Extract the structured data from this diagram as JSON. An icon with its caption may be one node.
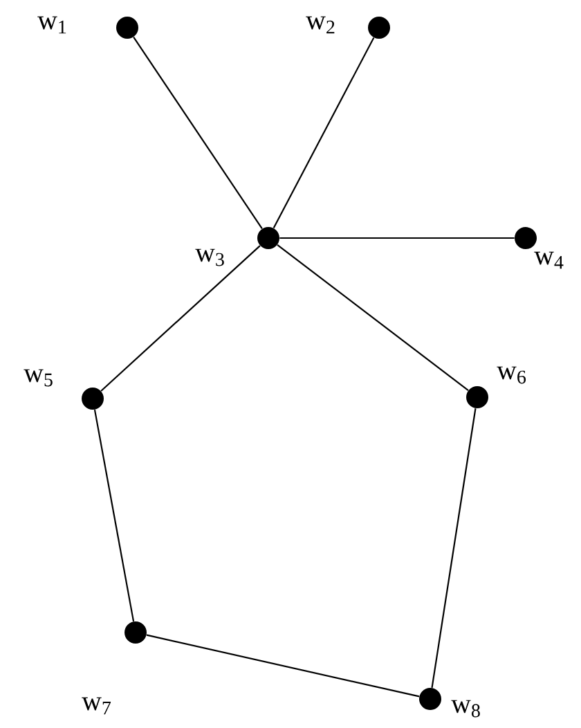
{
  "diagram": {
    "nodes": [
      {
        "text": [],
        "shape": "circle",
        "beside": [
          "w$_{1}$"
        ]
      },
      {
        "text": [],
        "shape": "circle",
        "beside": [
          "w$_{2}$"
        ]
      },
      {
        "text": [],
        "shape": "circle",
        "beside": [
          "w$_{3}$"
        ]
      },
      {
        "text": [],
        "shape": "circle",
        "beside": [
          "w$_{4}$"
        ]
      },
      {
        "text": [],
        "shape": "circle",
        "beside": [
          "w$_{5}$"
        ]
      },
      {
        "text": [],
        "shape": "circle",
        "beside": [
          "w$_{6}$"
        ]
      },
      {
        "text": [],
        "shape": "circle",
        "beside": [
          "w$_{7}$"
        ]
      },
      {
        "text": [],
        "shape": "circle",
        "beside": [
          "w$_{8}$"
        ]
      }
    ],
    "edges": [
      {
        "from": 0,
        "to": 2,
        "arrow": "none"
      },
      {
        "from": 1,
        "to": 2,
        "arrow": "none"
      },
      {
        "from": 2,
        "to": 3,
        "arrow": "none"
      },
      {
        "from": 2,
        "to": 4,
        "arrow": "none"
      },
      {
        "from": 2,
        "to": 5,
        "arrow": "none"
      },
      {
        "from": 4,
        "to": 6,
        "arrow": "none"
      },
      {
        "from": 5,
        "to": 7,
        "arrow": "none"
      },
      {
        "from": 6,
        "to": 7,
        "arrow": "none"
      }
    ]
  }
}
